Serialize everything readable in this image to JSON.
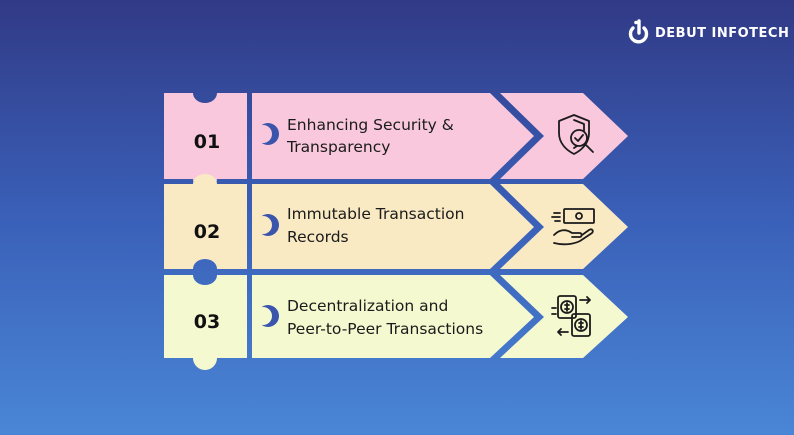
{
  "brand": {
    "name": "DEBUT INFOTECH",
    "logo_icon": "debut-infotech-logo-icon"
  },
  "steps": [
    {
      "number": "01",
      "lines": [
        "Enhancing Security &",
        "Transparency"
      ],
      "icon": "shield-check-search-icon",
      "color_main": "#f9c8dc",
      "color_tip": "#f9c8dc"
    },
    {
      "number": "02",
      "lines": [
        "Immutable Transaction",
        "Records"
      ],
      "icon": "cash-hand-icon",
      "color_main": "#faeac4",
      "color_tip": "#faeac4"
    },
    {
      "number": "03",
      "lines": [
        "Decentralization and",
        "Peer-to-Peer Transactions"
      ],
      "icon": "peer-to-peer-exchange-icon",
      "color_main": "#f4f9d0",
      "color_tip": "#f4f9d0"
    }
  ],
  "colors": {
    "background_top": "#313a86",
    "background_bottom": "#4a86d6",
    "outline": "#3b55ad",
    "text": "#1b1b1b"
  }
}
